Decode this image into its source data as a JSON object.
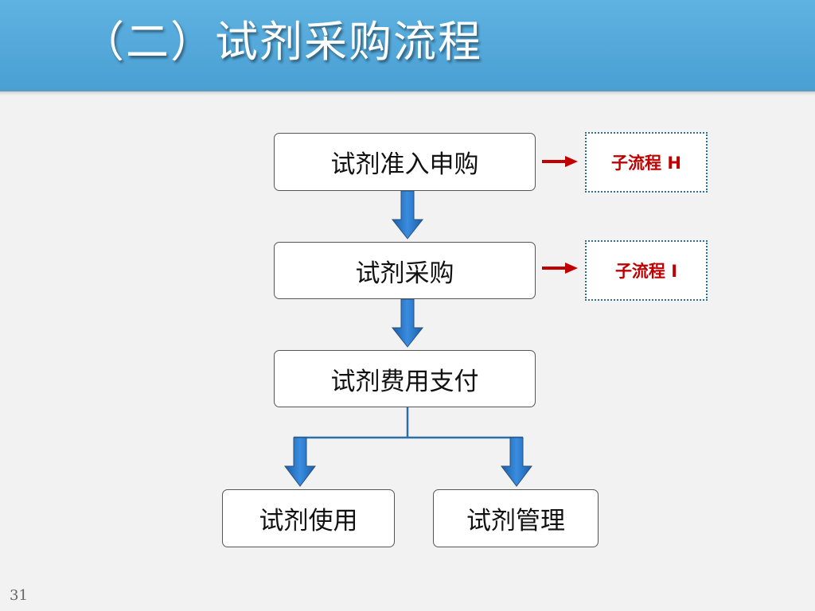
{
  "title": "（二）试剂采购流程",
  "flow": {
    "step_apply": "试剂准入申购",
    "step_purchase": "试剂采购",
    "step_payment": "试剂费用支付",
    "step_use": "试剂使用",
    "step_manage": "试剂管理"
  },
  "subflows": {
    "sub_h": "子流程 H",
    "sub_i": "子流程 I"
  },
  "page_number": "31",
  "colors": {
    "title_bar": "#4a9fd3",
    "flow_arrow": "#1f6fc0",
    "subflow_arrow": "#c00000",
    "subflow_text": "#c00000",
    "subflow_border": "#2e6e9e"
  }
}
